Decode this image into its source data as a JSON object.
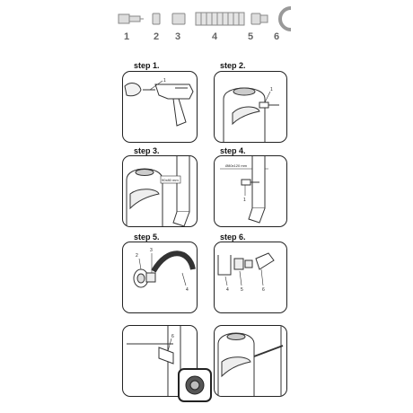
{
  "parts": {
    "numbers": [
      "1",
      "2",
      "3",
      "4",
      "5",
      "6"
    ]
  },
  "steps": [
    {
      "label": "step 1.",
      "callouts": [
        "1"
      ]
    },
    {
      "label": "step 2.",
      "callouts": [
        "1"
      ]
    },
    {
      "label": "step 3.",
      "callouts": [],
      "dimension": "90x80 mm"
    },
    {
      "label": "step 4.",
      "callouts": [
        "1"
      ],
      "dimension": "Ø80x120 mm"
    },
    {
      "label": "step 5.",
      "callouts": [
        "2",
        "3",
        "4"
      ]
    },
    {
      "label": "step 6.",
      "callouts": [
        "4",
        "5",
        "6"
      ]
    },
    {
      "label": "",
      "callouts": [
        "6"
      ]
    },
    {
      "label": "",
      "callouts": []
    }
  ]
}
